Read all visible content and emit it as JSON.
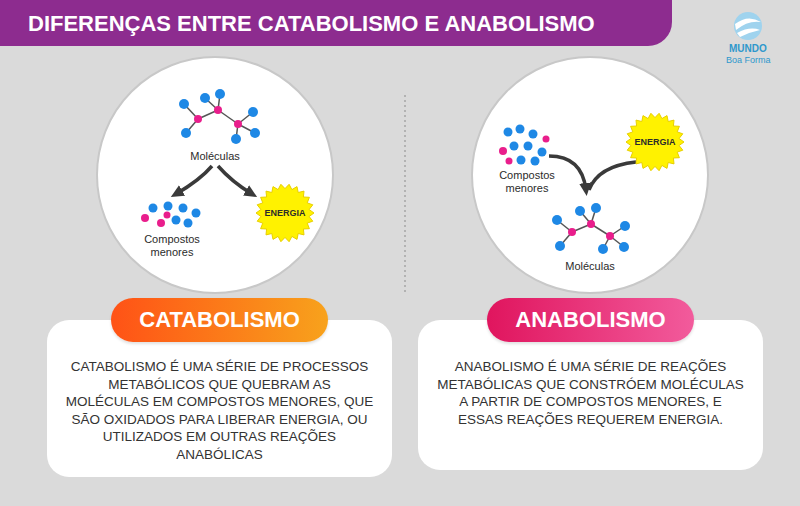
{
  "diagram": {
    "title": "DIFERENÇAS ENTRE CATABOLISMO E ANABOLISMO",
    "nodes": [
      {
        "text": [
          "Moléculas",
          "Compostos menores"
        ]
      },
      {
        "text": [
          "ENERGIA"
        ],
        "in": 0
      },
      {
        "text": [
          "CATABOLISMO É UMA SÉRIE DE PROCESSOS METABÓLICOS QUE QUEBRAM AS MOLÉCULAS EM COMPOSTOS MENORES, QUE SÃO OXIDADOS PARA LIBERAR ENERGIA, OU UTILIZADOS EM OUTRAS REAÇÕES ANABÓLICAS"
        ]
      },
      {
        "text": [
          "CATABOLISMO"
        ],
        "in": 2
      },
      {
        "text": [
          "Compostos menores",
          "Moléculas"
        ]
      },
      {
        "text": [
          "ENERGIA"
        ],
        "in": 4
      },
      {
        "text": [
          "ANABOLISMO É UMA SÉRIE DE REAÇÕES METABÓLICAS QUE CONSTRÓEM MOLÉCULAS A PARTIR DE COMPOSTOS MENORES, E ESSAS REAÇÕES REQUEREM ENERGIA."
        ]
      },
      {
        "text": [
          "ANABOLISMO"
        ],
        "in": 6
      }
    ],
    "labels": [
      "MUNDO",
      "Boa Forma"
    ]
  }
}
